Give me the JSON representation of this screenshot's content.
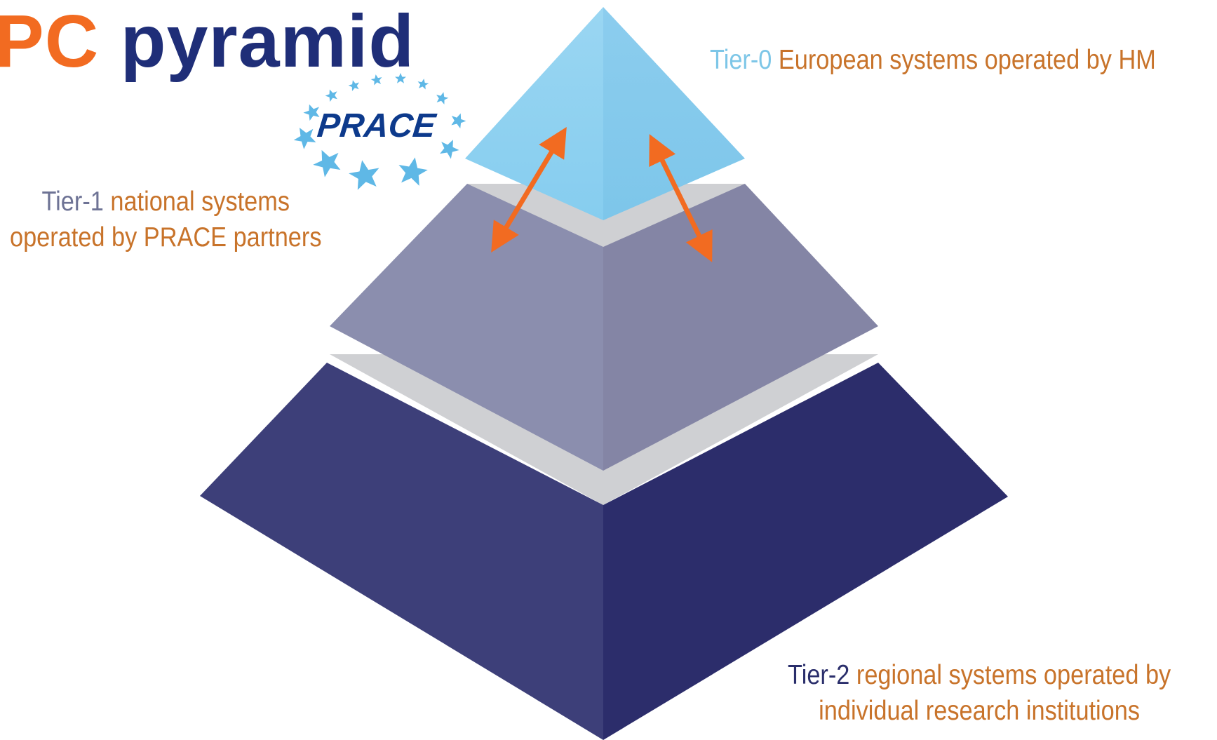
{
  "title": {
    "prefix": "PC",
    "main": "pyramid"
  },
  "logo": {
    "text": "PRACE",
    "color": "#0d3a8c",
    "star_color": "#5fb8e6"
  },
  "tiers": {
    "tier0": {
      "name": "Tier-0",
      "description": "European systems operated by HM",
      "color": "#7ccbee"
    },
    "tier1": {
      "name": "Tier-1",
      "description_line1": "national systems",
      "description_line2": "operated by PRACE partners",
      "color": "#8a8cae"
    },
    "tier2": {
      "name": "Tier-2",
      "description_line1": "regional systems operated by",
      "description_line2": "individual research institutions",
      "color": "#2f3272"
    }
  },
  "colors": {
    "accent_orange": "#f26b21",
    "title_blue": "#1f2e78",
    "label_orange": "#c8732a",
    "gap_grey": "#cfd0d3"
  },
  "icons": [
    "double-arrow-icon",
    "star-icon"
  ]
}
